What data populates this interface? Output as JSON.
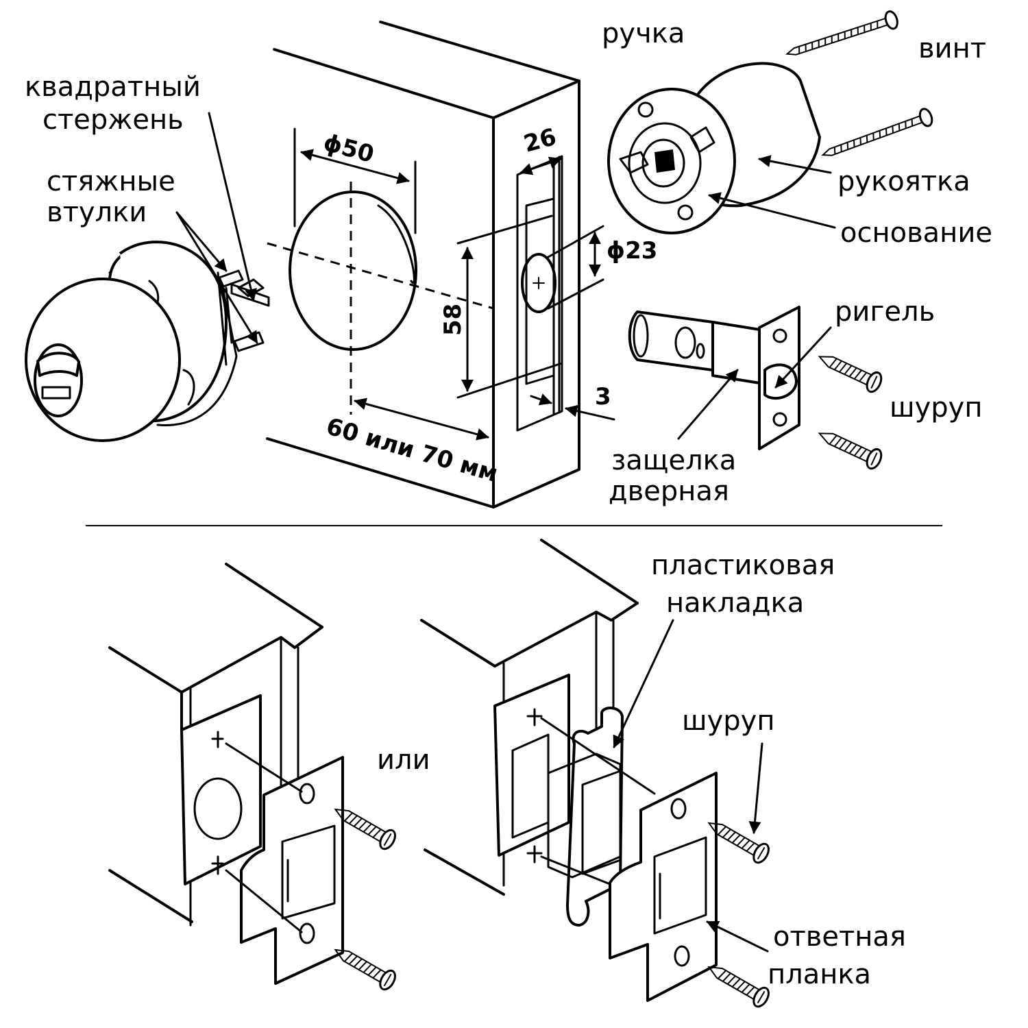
{
  "labels": {
    "square_rod_1": "квадратный",
    "square_rod_2": "стержень",
    "bushings_1": "стяжные",
    "bushings_2": "втулки",
    "handle": "ручка",
    "screw_top": "винт",
    "grip": "рукоятка",
    "base": "основание",
    "bolt": "ригель",
    "wood_screw_top": "шуруп",
    "latch_1": "защелка",
    "latch_2": "дверная",
    "or": "или",
    "plastic_1": "пластиковая",
    "plastic_2": "накладка",
    "wood_screw_bottom": "шуруп",
    "strike_1": "ответная",
    "strike_2": "планка"
  },
  "dimensions": {
    "hole_diameter": "ϕ50",
    "edge_width": "26",
    "latch_hole_diameter": "ϕ23",
    "height": "58",
    "depth": "3",
    "backset": "60 или 70 мм"
  }
}
